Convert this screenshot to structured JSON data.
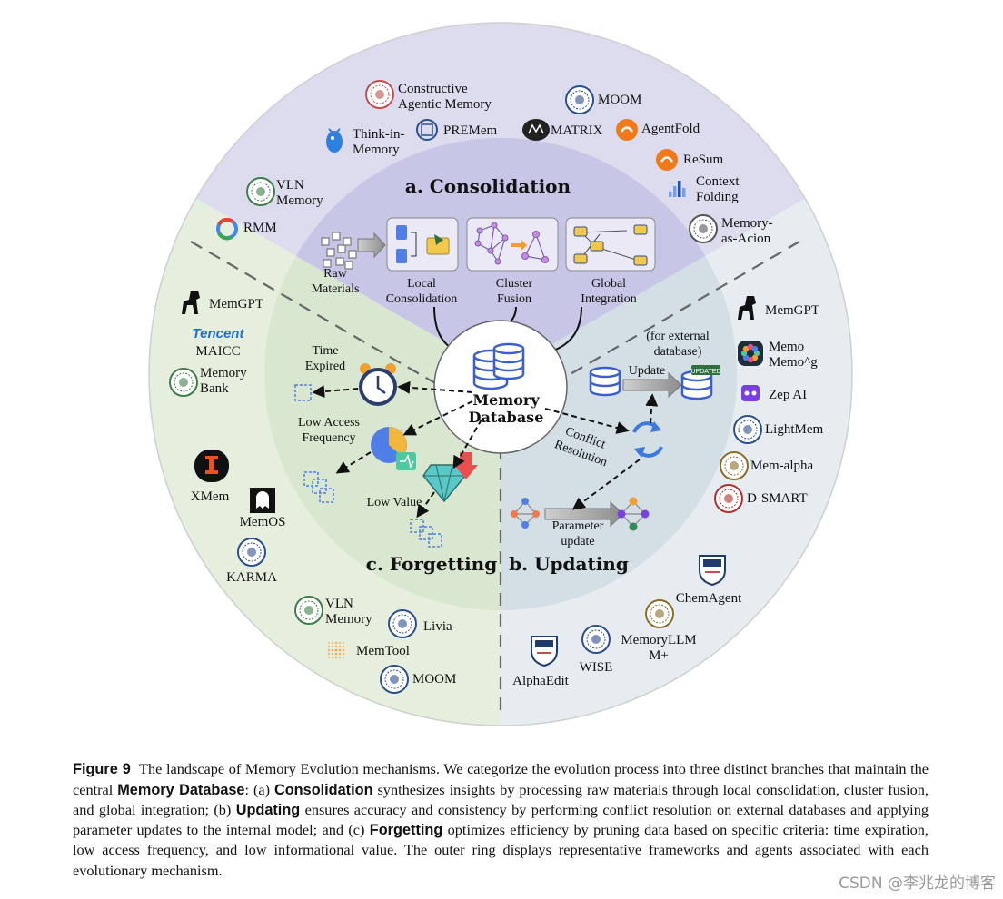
{
  "consolidation": {
    "title": "a. Consolidation",
    "frameworks": [
      {
        "id": "cam",
        "label": [
          "Constructive",
          "Agentic Memory"
        ],
        "icon": "seal-icon",
        "color": "#c0504d"
      },
      {
        "id": "moom1",
        "label": [
          "MOOM"
        ],
        "icon": "university-seal-icon",
        "color": "#2b4f8a"
      },
      {
        "id": "think",
        "label": [
          "Think-in-",
          "Memory"
        ],
        "icon": "bird-icon",
        "color": "#2f7fe0"
      },
      {
        "id": "premem",
        "label": [
          "PREMem"
        ],
        "icon": "emblem-icon",
        "color": "#2b4f8a"
      },
      {
        "id": "matrix",
        "label": [
          "MATRIX"
        ],
        "icon": "matrix-logo-icon",
        "color": "#222222"
      },
      {
        "id": "agentfold",
        "label": [
          "AgentFold"
        ],
        "icon": "alibaba-icon",
        "color": "#f07a1a"
      },
      {
        "id": "resum",
        "label": [
          "ReSum"
        ],
        "icon": "alibaba-icon",
        "color": "#f07a1a"
      },
      {
        "id": "ctx",
        "label": [
          "Context",
          "Folding"
        ],
        "icon": "bars-icon",
        "color": "#3b7be0"
      },
      {
        "id": "vln1",
        "label": [
          "VLN",
          "Memory"
        ],
        "icon": "university-seal-icon",
        "color": "#3f7d4a"
      },
      {
        "id": "rmm",
        "label": [
          "RMM"
        ],
        "icon": "google-icon",
        "color": "#4285f4"
      },
      {
        "id": "mem-act",
        "label": [
          "Memory-",
          "as-Acion"
        ],
        "icon": "university-seal-icon",
        "color": "#555555"
      }
    ],
    "steps": {
      "raw": [
        "Raw",
        "Materials"
      ],
      "local": [
        "Local",
        "Consolidation"
      ],
      "cluster": [
        "Cluster",
        "Fusion"
      ],
      "global": [
        "Global",
        "Integration"
      ]
    }
  },
  "updating": {
    "title": "b. Updating",
    "frameworks": [
      {
        "id": "memgpt2",
        "label": [
          "MemGPT"
        ],
        "icon": "llama-icon",
        "color": "#111111"
      },
      {
        "id": "memo",
        "label": [
          "Memo",
          "Memo^g"
        ],
        "icon": "flower-icon",
        "color": "#2e8b57"
      },
      {
        "id": "zep",
        "label": [
          "Zep AI"
        ],
        "icon": "robot-icon",
        "color": "#7b3fe0"
      },
      {
        "id": "lightmem",
        "label": [
          "LightMem"
        ],
        "icon": "university-seal-icon",
        "color": "#2b4f8a"
      },
      {
        "id": "memalpha",
        "label": [
          "Mem-alpha"
        ],
        "icon": "university-seal-icon",
        "color": "#8a6d2b"
      },
      {
        "id": "dsmart",
        "label": [
          "D-SMART"
        ],
        "icon": "university-seal-icon",
        "color": "#b03030"
      },
      {
        "id": "chem",
        "label": [
          "ChemAgent"
        ],
        "icon": "shield-icon",
        "color": "#1f3b6e"
      },
      {
        "id": "memllm",
        "label": [
          "MemoryLLM",
          "M+"
        ],
        "icon": "university-seal-icon",
        "color": "#8a6d2b"
      },
      {
        "id": "wise",
        "label": [
          "WISE"
        ],
        "icon": "university-seal-icon",
        "color": "#2b4f8a"
      },
      {
        "id": "alpha",
        "label": [
          "AlphaEdit"
        ],
        "icon": "shield-icon",
        "color": "#1f3b6e"
      }
    ],
    "notes": {
      "external": [
        "(for external",
        "database)"
      ],
      "update": "Update",
      "updated_tag": "UPDATED",
      "conflict": [
        "Conflict",
        "Resolution"
      ],
      "param": [
        "Parameter",
        "update"
      ]
    }
  },
  "forgetting": {
    "title": "c. Forgetting",
    "frameworks": [
      {
        "id": "memgpt1",
        "label": [
          "MemGPT"
        ],
        "icon": "llama-icon",
        "color": "#111111"
      },
      {
        "id": "maicc",
        "label": [
          "Tencent",
          "MAICC"
        ],
        "icon": "tencent-wordmark-icon",
        "color": "#1f6fd0"
      },
      {
        "id": "membank",
        "label": [
          "Memory",
          "Bank"
        ],
        "icon": "university-seal-icon",
        "color": "#3f7d4a"
      },
      {
        "id": "xmem",
        "label": [
          "XMem"
        ],
        "icon": "illinois-icon",
        "color": "#e8531f"
      },
      {
        "id": "memos",
        "label": [
          "MemOS"
        ],
        "icon": "ghost-icon",
        "color": "#111111"
      },
      {
        "id": "karma",
        "label": [
          "KARMA"
        ],
        "icon": "university-seal-icon",
        "color": "#2b4f8a"
      },
      {
        "id": "vln2",
        "label": [
          "VLN",
          "Memory"
        ],
        "icon": "university-seal-icon",
        "color": "#3f7d4a"
      },
      {
        "id": "livia",
        "label": [
          "Livia"
        ],
        "icon": "university-seal-icon",
        "color": "#2b4f8a"
      },
      {
        "id": "memtool",
        "label": [
          "MemTool"
        ],
        "icon": "dots-icon",
        "color": "#f0a030"
      },
      {
        "id": "moom2",
        "label": [
          "MOOM"
        ],
        "icon": "university-seal-icon",
        "color": "#2b4f8a"
      }
    ],
    "criteria": {
      "time": [
        "Time",
        "Expired"
      ],
      "freq": [
        "Low Access",
        "Frequency"
      ],
      "value": "Low Value"
    }
  },
  "center": {
    "title": [
      "Memory",
      "Database"
    ]
  },
  "colors": {
    "consolidation_outer": "#dcdcee",
    "consolidation_inner": "#c8c6e6",
    "updating_outer": "#e6ecef",
    "updating_inner": "#d3dee5",
    "forgetting_outer": "#e6eede",
    "forgetting_inner": "#d9e6d0",
    "db_blue": "#3b5fd0",
    "arrow_gray": "#a0a0a0"
  },
  "caption": {
    "figure_no": "Figure 9",
    "parts": [
      {
        "t": "The landscape of Memory Evolution mechanisms. We categorize the evolution process into three distinct branches that maintain the central "
      },
      {
        "t": "Memory Database",
        "b": true
      },
      {
        "t": ": (a) "
      },
      {
        "t": "Consolidation",
        "b": true
      },
      {
        "t": " synthesizes insights by processing raw materials through local consolidation, cluster fusion, and global integration; (b) "
      },
      {
        "t": "Updating",
        "b": true
      },
      {
        "t": " ensures accuracy and consistency by performing conflict resolution on external databases and applying parameter updates to the internal model; and (c) "
      },
      {
        "t": "Forgetting",
        "b": true
      },
      {
        "t": " optimizes efficiency by pruning data based on specific criteria: time expiration, low access frequency, and low informational value. The outer ring displays representative frameworks and agents associated with each evolutionary mechanism."
      }
    ]
  },
  "watermark": "CSDN @李兆龙的博客"
}
